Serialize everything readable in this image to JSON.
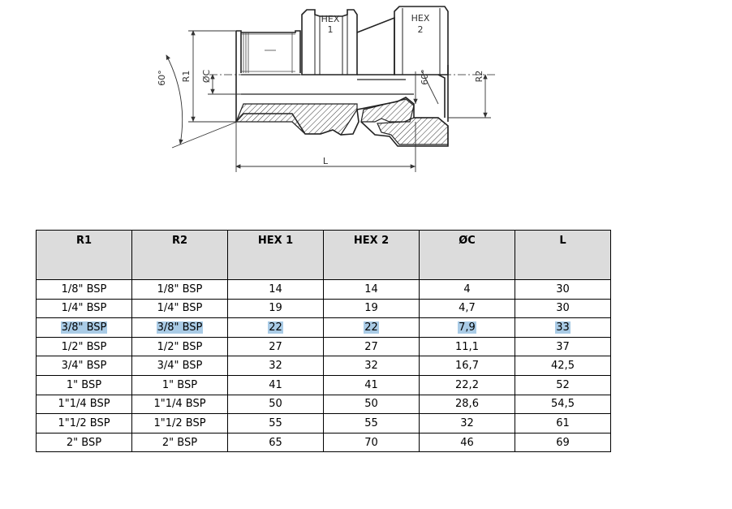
{
  "drawing": {
    "labels": {
      "hex1_top": "HEX",
      "hex1_bottom": "1",
      "hex2_top": "HEX",
      "hex2_bottom": "2",
      "r1": "R1",
      "dc": "ØC",
      "r2": "R2",
      "angle_left": "60°",
      "angle_right": "60°",
      "length": "L"
    }
  },
  "table": {
    "headers": [
      "R1",
      "R2",
      "HEX 1",
      "HEX 2",
      "ØC",
      "L"
    ],
    "highlight_row": 2,
    "highlight_color": "#a9cbe6",
    "rows": [
      [
        "1/8\" BSP",
        "1/8\" BSP",
        "14",
        "14",
        "4",
        "30"
      ],
      [
        "1/4\" BSP",
        "1/4\" BSP",
        "19",
        "19",
        "4,7",
        "30"
      ],
      [
        "3/8\" BSP",
        "3/8\" BSP",
        "22",
        "22",
        "7,9",
        "33"
      ],
      [
        "1/2\" BSP",
        "1/2\" BSP",
        "27",
        "27",
        "11,1",
        "37"
      ],
      [
        "3/4\" BSP",
        "3/4\" BSP",
        "32",
        "32",
        "16,7",
        "42,5"
      ],
      [
        "1\" BSP",
        "1\" BSP",
        "41",
        "41",
        "22,2",
        "52"
      ],
      [
        "1\"1/4 BSP",
        "1\"1/4 BSP",
        "50",
        "50",
        "28,6",
        "54,5"
      ],
      [
        "1\"1/2 BSP",
        "1\"1/2 BSP",
        "55",
        "55",
        "32",
        "61"
      ],
      [
        "2\" BSP",
        "2\" BSP",
        "65",
        "70",
        "46",
        "69"
      ]
    ]
  }
}
